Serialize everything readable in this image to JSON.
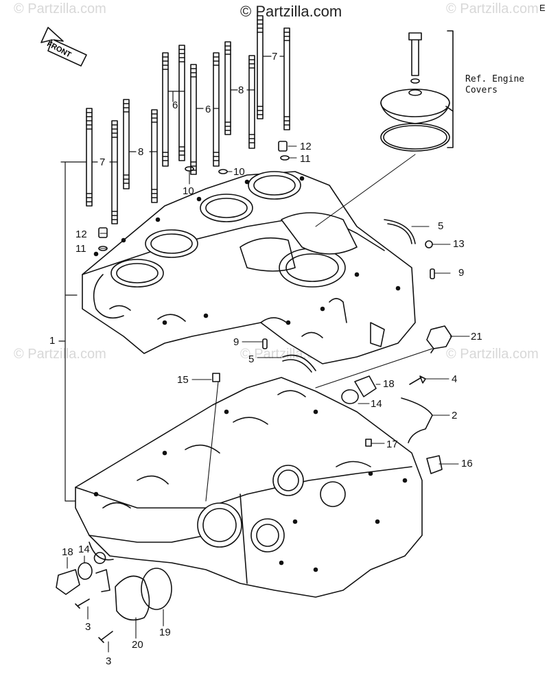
{
  "watermark": {
    "main": "© Partzilla.com",
    "faint": "© Partzilla.com"
  },
  "front_label": "FRONT",
  "corner_letter": "E",
  "ref_note": {
    "line1": "Ref. Engine",
    "line2": "Covers"
  },
  "callouts": {
    "c1": "1",
    "c2": "2",
    "c3a": "3",
    "c3b": "3",
    "c4": "4",
    "c5a": "5",
    "c5b": "5",
    "c6a": "6",
    "c6b": "6",
    "c7a": "7",
    "c7b": "7",
    "c8a": "8",
    "c8b": "8",
    "c9a": "9",
    "c9b": "9",
    "c10a": "10",
    "c10b": "10",
    "c11a": "11",
    "c11b": "11",
    "c12a": "12",
    "c12b": "12",
    "c13": "13",
    "c14a": "14",
    "c14b": "14",
    "c15": "15",
    "c16": "16",
    "c17": "17",
    "c18a": "18",
    "c18b": "18",
    "c19": "19",
    "c20": "20",
    "c21": "21"
  },
  "colors": {
    "line": "#111111",
    "watermark": "#d8d8d8"
  }
}
